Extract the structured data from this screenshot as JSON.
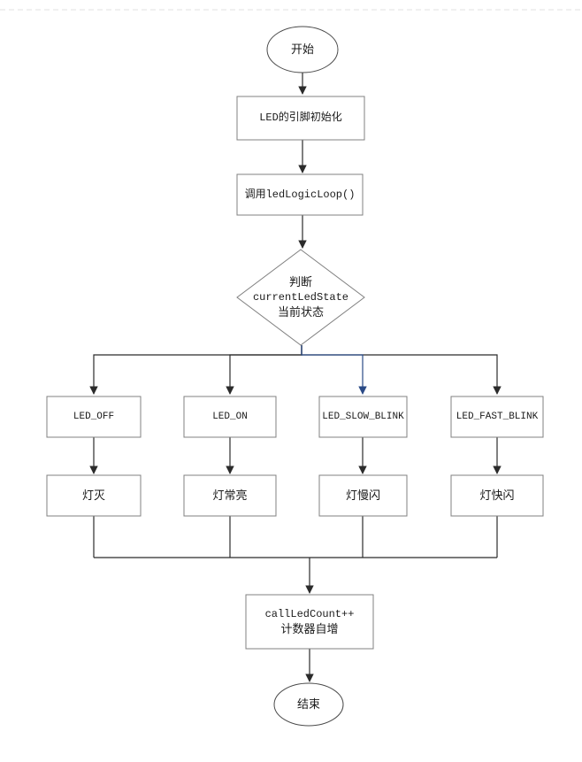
{
  "colors": {
    "page_bg": "#ffffff",
    "line": "#2b2b2b",
    "blue_line": "#2a4a86",
    "box_border": "#808080",
    "oval_border": "#4a4a4a",
    "dashed_guide": "#e2e2e2",
    "text": "#1a1a1a"
  },
  "flowchart": {
    "start": {
      "label": "开始"
    },
    "init": {
      "label": "LED的引脚初始化"
    },
    "call": {
      "label": "调用ledLogicLoop()"
    },
    "decision": {
      "line1": "判断",
      "line2": "currentLedState",
      "line3": "当前状态"
    },
    "branches": [
      {
        "state": "LED_OFF",
        "action": "灯灭"
      },
      {
        "state": "LED_ON",
        "action": "灯常亮"
      },
      {
        "state": "LED_SLOW_BLINK",
        "action": "灯慢闪"
      },
      {
        "state": "LED_FAST_BLINK",
        "action": "灯快闪"
      }
    ],
    "counter": {
      "line1": "callLedCount++",
      "line2": "计数器自增"
    },
    "end": {
      "label": "结束"
    }
  }
}
